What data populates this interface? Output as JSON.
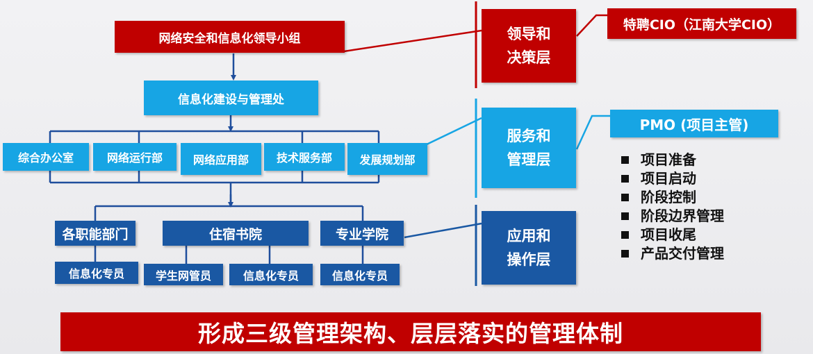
{
  "colors": {
    "red": "#c00000",
    "cyan": "#17a5e4",
    "navy": "#1a58a3",
    "divider_red": "#c00000",
    "divider_cyan": "#17a5e4",
    "divider_navy": "#1a58a3"
  },
  "diagram": {
    "leadership_group": "网络安全和信息化领导小组",
    "it_office": "信息化建设与管理处",
    "departments": [
      "综合办公室",
      "网络运行部",
      "网络应用部",
      "技术服务部",
      "发展规划部"
    ],
    "units": [
      "各职能部门",
      "住宿书院",
      "专业学院"
    ],
    "staff": [
      "信息化专员",
      "学生网管员",
      "信息化专员",
      "信息化专员"
    ]
  },
  "layers": {
    "decision": "领导和\n决策层",
    "service": "服务和\n管理层",
    "application": "应用和\n操作层"
  },
  "cio": {
    "label": "特聘CIO（江南大学CIO）"
  },
  "pmo": {
    "label": "PMO (项目主管)",
    "tasks": [
      "项目准备",
      "项目启动",
      "阶段控制",
      "阶段边界管理",
      "项目收尾",
      "产品交付管理"
    ]
  },
  "banner": "形成三级管理架构、层层落实的管理体制"
}
